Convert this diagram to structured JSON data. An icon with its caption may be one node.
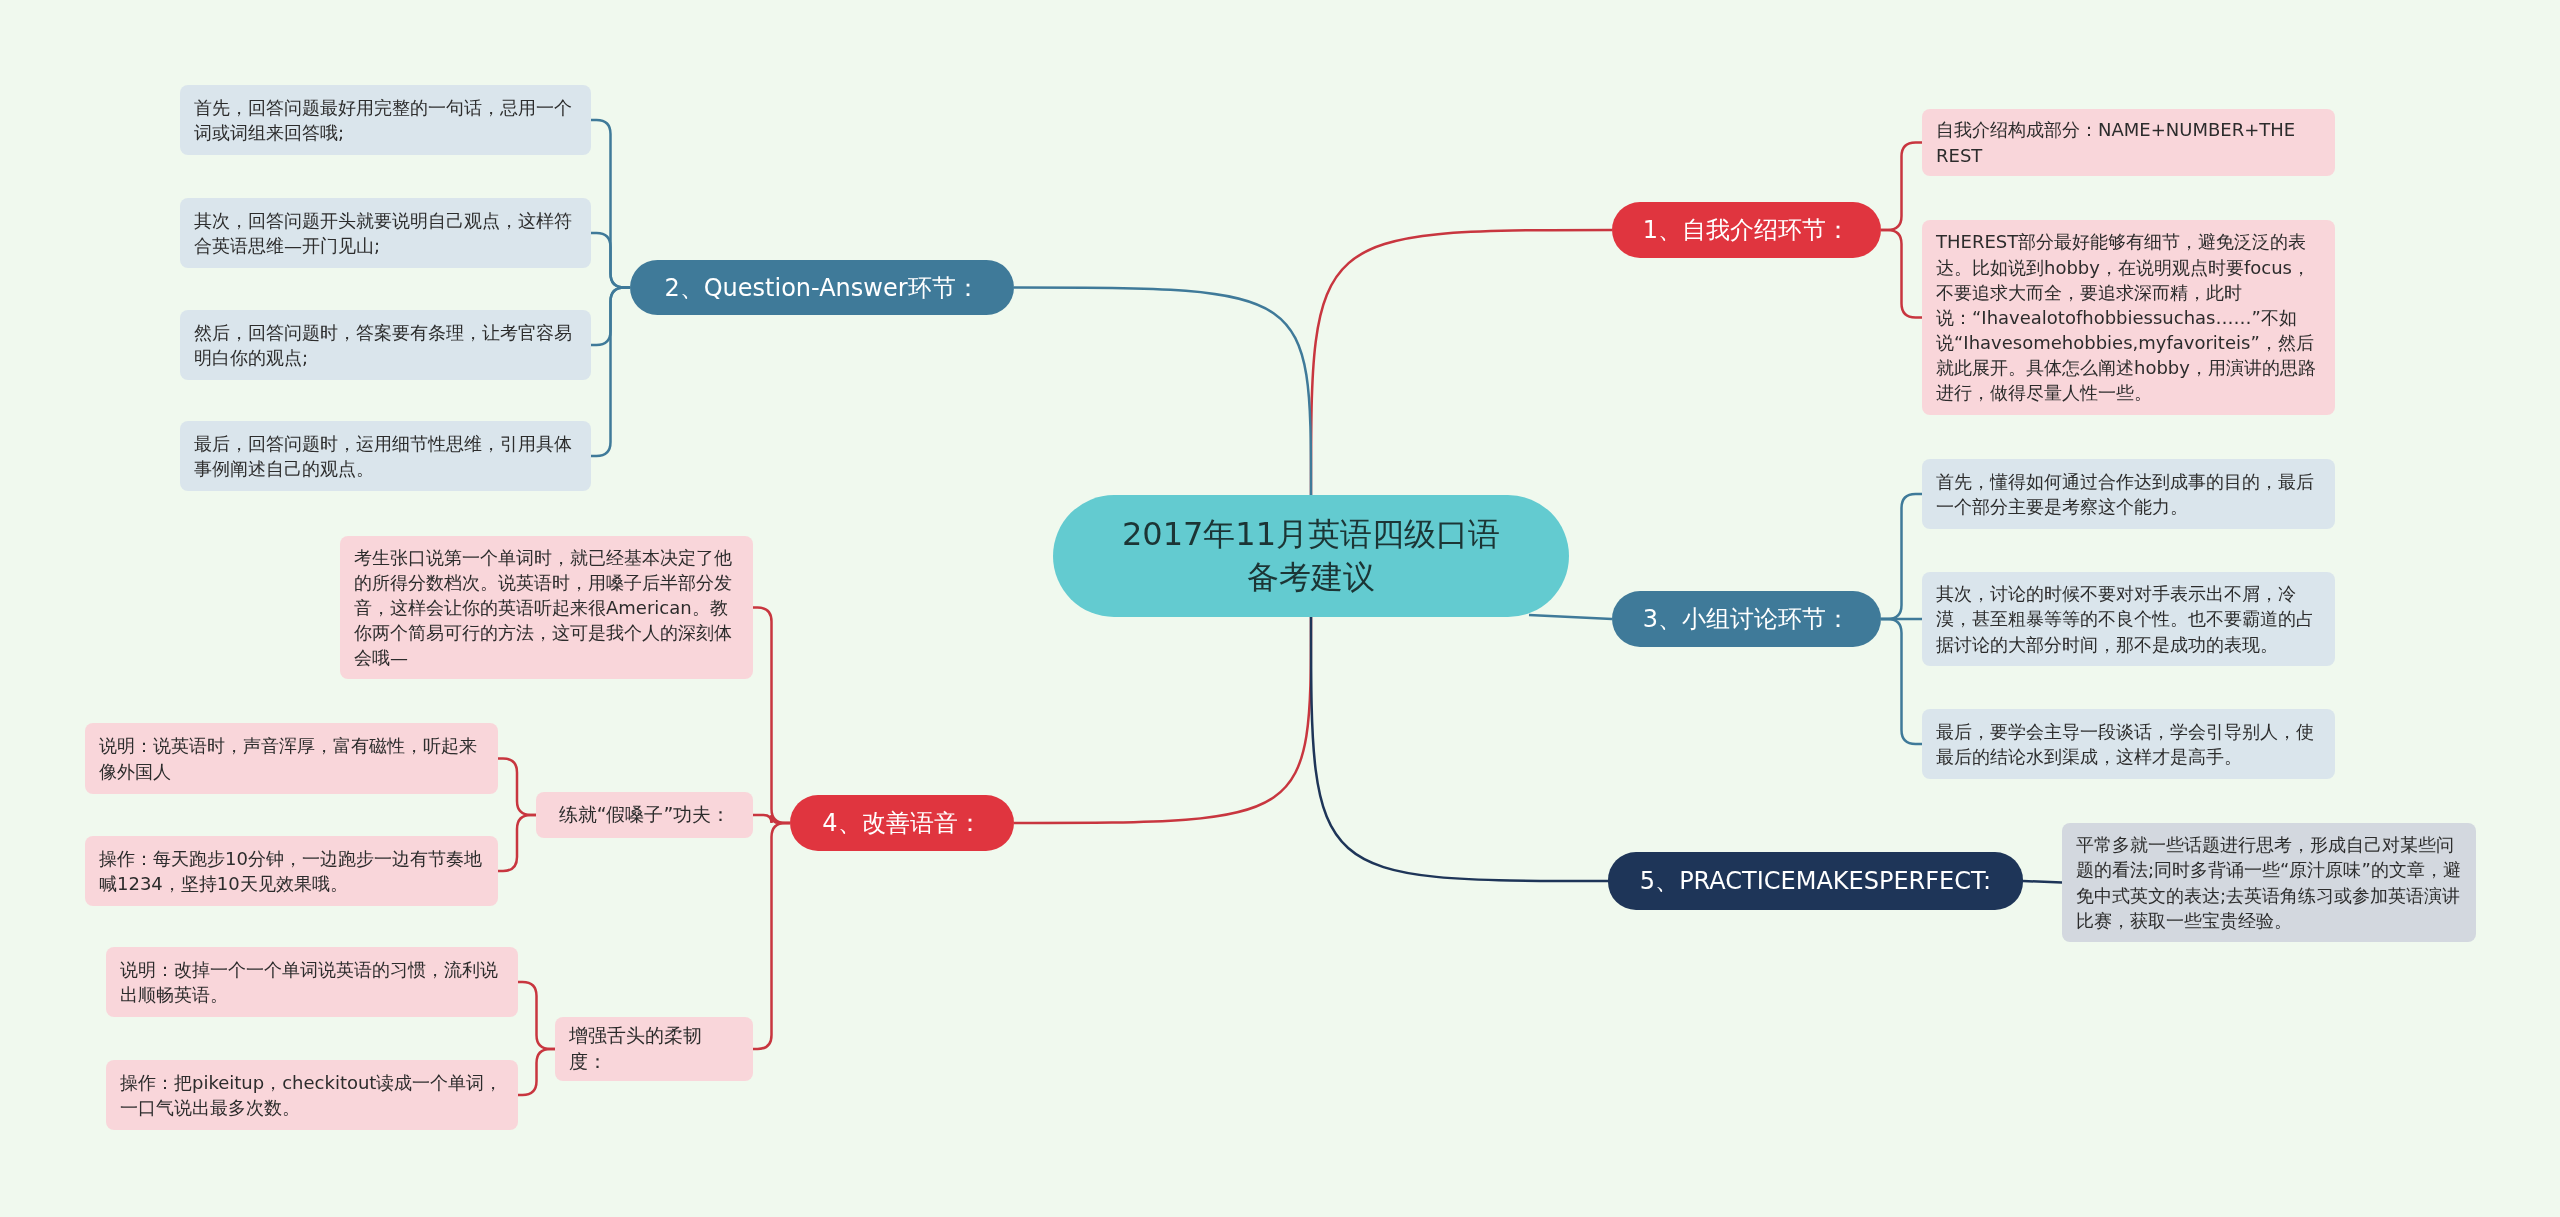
{
  "diagram": {
    "nodes": [
      {
        "text": [
          "2017年11月英语四级口语备考建议"
        ]
      },
      {
        "text": [
          "1、自我介绍环节："
        ]
      },
      {
        "text": [
          "自我介绍构成部分：NAME+NUMBER+THE REST"
        ]
      },
      {
        "text": [
          "THEREST部分最好能够有细节，避免泛泛的表达。比如说到hobby，在说明观点时要focus，不要追求大而全，要追求深而精，此时说：“Ihavealotofhobbiessuchas……”不如说“Ihavesomehobbies,myfavoriteis”，然后就此展开。具体怎么阐述hobby，用演讲的思路进行，做得尽量人性一些。"
        ]
      },
      {
        "text": [
          "2、Question-Answer环节："
        ]
      },
      {
        "text": [
          "首先，回答问题最好用完整的一句话，忌用一个词或词组来回答哦;"
        ]
      },
      {
        "text": [
          "其次，回答问题开头就要说明自己观点，这样符合英语思维—开门见山;"
        ]
      },
      {
        "text": [
          "然后，回答问题时，答案要有条理，让考官容易明白你的观点;"
        ]
      },
      {
        "text": [
          "最后，回答问题时，运用细节性思维，引用具体事例阐述自己的观点。"
        ]
      },
      {
        "text": [
          "3、小组讨论环节："
        ]
      },
      {
        "text": [
          "首先，懂得如何通过合作达到成事的目的，最后一个部分主要是考察这个能力。"
        ]
      },
      {
        "text": [
          "其次，讨论的时候不要对对手表示出不屑，冷漠，甚至粗暴等等的不良个性。也不要霸道的占据讨论的大部分时间，那不是成功的表现。"
        ]
      },
      {
        "text": [
          "最后，要学会主导一段谈话，学会引导别人，使最后的结论水到渠成，这样才是高手。"
        ]
      },
      {
        "text": [
          "4、改善语音："
        ]
      },
      {
        "text": [
          "考生张口说第一个单词时，就已经基本决定了他的所得分数档次。说英语时，用嗓子后半部分发音，这样会让你的英语听起来很American。教你两个简易可行的方法，这可是我个人的深刻体会哦—"
        ]
      },
      {
        "text": [
          "练就“假嗓子”功夫："
        ]
      },
      {
        "text": [
          "说明：说英语时，声音浑厚，富有磁性，听起来像外国人"
        ]
      },
      {
        "text": [
          "操作：每天跑步10分钟，一边跑步一边有节奏地喊1234，坚持10天见效果哦。"
        ]
      },
      {
        "text": [
          "增强舌头的柔韧度："
        ]
      },
      {
        "text": [
          "说明：改掉一个一个单词说英语的习惯，流利说出顺畅英语。"
        ]
      },
      {
        "text": [
          "操作：把pikeitup，checkitout读成一个单词，一口气说出最多次数。"
        ]
      },
      {
        "text": [
          "5、PRACTICEMAKESPERFECT:"
        ]
      },
      {
        "text": [
          "平常多就一些话题进行思考，形成自己对某些问题的看法;同时多背诵一些“原汁原味”的文章，避免中式英文的表达;去英语角练习或参加英语演讲比赛，获取一些宝贵经验。"
        ]
      }
    ],
    "edges": [
      {
        "from": 0,
        "to": 1,
        "arrow": "none"
      },
      {
        "from": 1,
        "to": 2,
        "arrow": "none"
      },
      {
        "from": 1,
        "to": 3,
        "arrow": "none"
      },
      {
        "from": 0,
        "to": 4,
        "arrow": "none",
        "color": "#3f7a99"
      },
      {
        "from": 4,
        "to": 5,
        "arrow": "none",
        "color": "#3f7a99"
      },
      {
        "from": 4,
        "to": 6,
        "arrow": "none",
        "color": "#3f7a99"
      },
      {
        "from": 4,
        "to": 7,
        "arrow": "none",
        "color": "#3f7a99"
      },
      {
        "from": 4,
        "to": 8,
        "arrow": "none",
        "color": "#3f7a99"
      },
      {
        "from": 0,
        "to": 9,
        "arrow": "none",
        "color": "#3f7a99"
      },
      {
        "from": 9,
        "to": 10,
        "arrow": "none",
        "color": "#3f7a99"
      },
      {
        "from": 9,
        "to": 11,
        "arrow": "none",
        "color": "#3f7a99"
      },
      {
        "from": 9,
        "to": 12,
        "arrow": "none",
        "color": "#3f7a99"
      },
      {
        "from": 0,
        "to": 13,
        "arrow": "none"
      },
      {
        "from": 13,
        "to": 14,
        "arrow": "none"
      },
      {
        "from": 13,
        "to": 15,
        "arrow": "none"
      },
      {
        "from": 15,
        "to": 16,
        "arrow": "none"
      },
      {
        "from": 15,
        "to": 17,
        "arrow": "none"
      },
      {
        "from": 13,
        "to": 18,
        "arrow": "none"
      },
      {
        "from": 18,
        "to": 19,
        "arrow": "none"
      },
      {
        "from": 18,
        "to": 20,
        "arrow": "none"
      },
      {
        "from": 0,
        "to": 21,
        "arrow": "none",
        "color": "#1e3558"
      },
      {
        "from": 21,
        "to": 22,
        "arrow": "none",
        "color": "#1e3558"
      }
    ]
  }
}
